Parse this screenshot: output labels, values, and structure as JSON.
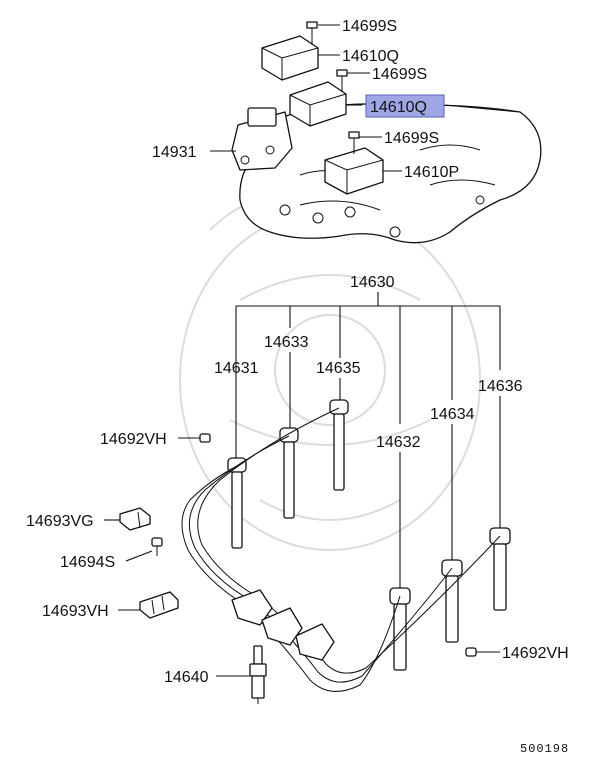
{
  "diagram": {
    "highlight_color": "#9ea6e6",
    "callouts": {
      "bolt_14699s_top": "14699S",
      "coil_14610q_top": "14610Q",
      "bolt_14699s_mid": "14699S",
      "coil_14610q_highlighted": "14610Q",
      "bracket_14931": "14931",
      "bolt_14699s_low": "14699S",
      "coil_14610p": "14610P",
      "cable_set_14630": "14630",
      "cable_14633": "14633",
      "cable_14631": "14631",
      "cable_14635": "14635",
      "cable_14636": "14636",
      "cable_14634": "14634",
      "clamp_14692vh_left": "14692VH",
      "cable_14632": "14632",
      "clamp_14693vg": "14693VG",
      "screw_14694s": "14694S",
      "clamp_14693vh": "14693VH",
      "clamp_14692vh_right": "14692VH",
      "spark_plug_14640": "14640"
    },
    "reference_number": "500198"
  }
}
